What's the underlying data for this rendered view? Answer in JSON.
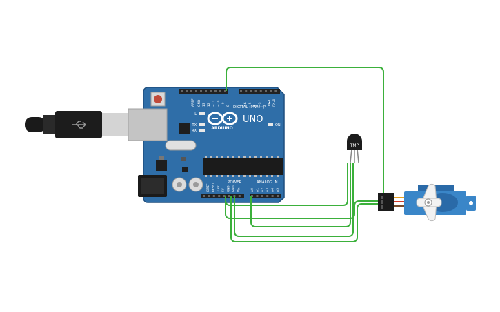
{
  "board": {
    "brand_text": "ARDUINO",
    "model_text": "UNO",
    "on_label": "ON",
    "digital_header_label": "DIGITAL (PWM~)",
    "power_header_label": "POWER",
    "analog_header_label": "ANALOG IN",
    "aref_label": "AREF",
    "gnd_label": "GND",
    "tx_label": "TX",
    "rx_label": "RX",
    "l_label": "L",
    "digital_pins": [
      "13",
      "12",
      "~11",
      "~10",
      "~9",
      "8",
      "7",
      "~6",
      "~5",
      "4",
      "~3",
      "2",
      "TX▸1",
      "RX◂0"
    ],
    "power_pins": [
      "IOREF",
      "RESET",
      "3.3V",
      "5V",
      "GND",
      "GND",
      "Vin"
    ],
    "analog_pins": [
      "A0",
      "A1",
      "A2",
      "A3",
      "A4",
      "A5"
    ]
  },
  "sensor": {
    "label": "TMP"
  },
  "colors": {
    "board": "#2f6ea8",
    "board_edge": "#1f4f7f",
    "wire": "#3bb03b",
    "servo": "#3a86c8",
    "servo_dark": "#2a6aa8",
    "header": "#222222",
    "usb_cable": "#1a1a1a",
    "usb_metal": "#c9c9c9"
  },
  "icons": [
    "usb-cable-icon",
    "arduino-infinity-logo",
    "reset-button-icon",
    "servo-motor-icon",
    "tmp-sensor-icon"
  ]
}
